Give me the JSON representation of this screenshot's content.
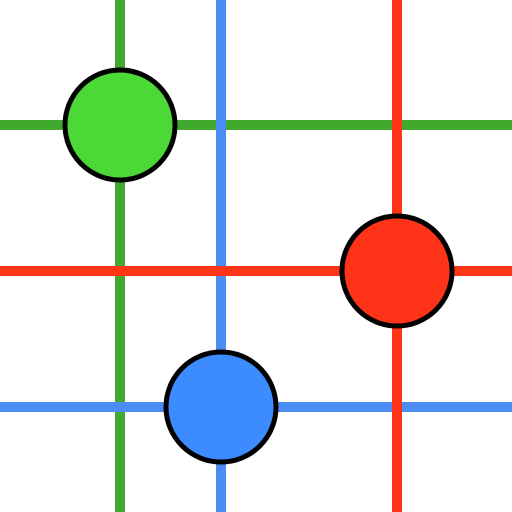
{
  "board": {
    "background": "#ffffff",
    "outline_color": "#000000",
    "pieces": [
      {
        "name": "green",
        "color": "#4cd836",
        "line_color": "#42a92f"
      },
      {
        "name": "blue",
        "color": "#3d8cff",
        "line_color": "#4b8df4"
      },
      {
        "name": "red",
        "color": "#ff3318",
        "line_color": "#ff3518"
      }
    ]
  }
}
